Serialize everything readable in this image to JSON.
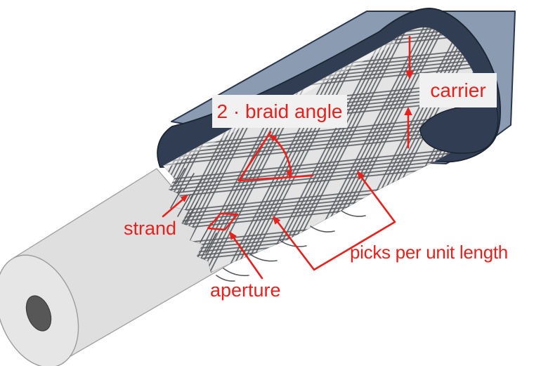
{
  "diagram": {
    "type": "annotated-illustration",
    "subject": "braided fiber sleeve being overbraided onto a cylindrical mandrel through a braiding ring",
    "labels": {
      "braid_angle": "2 · braid angle",
      "carrier": "carrier",
      "strand": "strand",
      "aperture": "aperture",
      "picks_per_unit_length": "picks per unit length"
    },
    "colors": {
      "annotation_red": "#E8211C",
      "plate_blue": "#8A9BB2",
      "ring_navy": "#303D53",
      "braid_base": "#E4E4E4",
      "strand_gray": "#56595D",
      "mandrel_gray": "#DFDFDF",
      "mandrel_end_gray": "#E6E6E6",
      "mandrel_hole": "#575757",
      "label_background": "#F1F1F1",
      "background": "#FFFFFF"
    }
  }
}
